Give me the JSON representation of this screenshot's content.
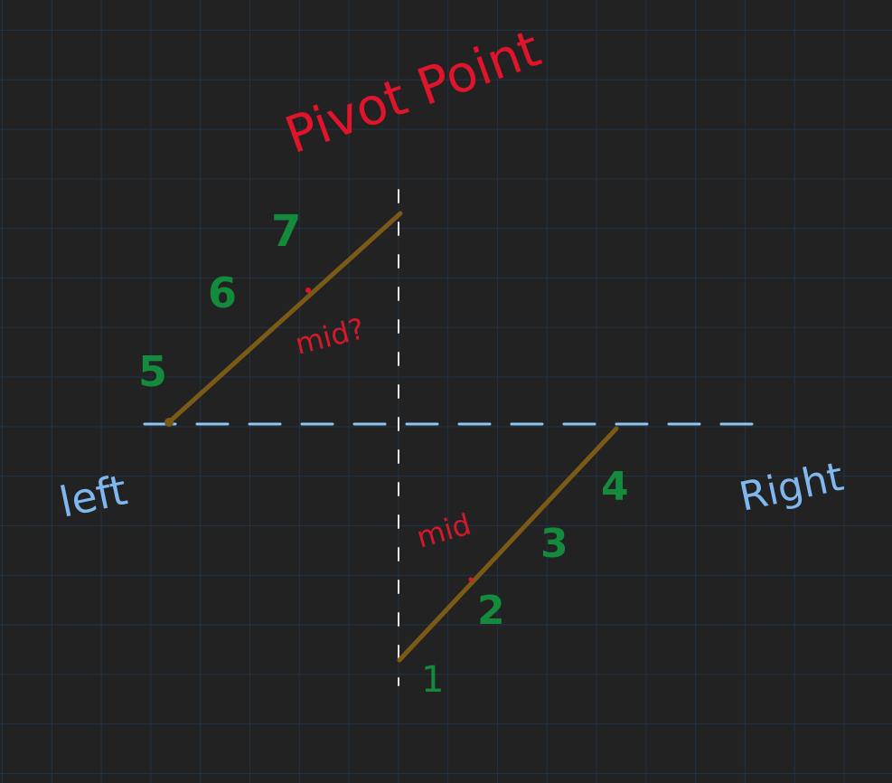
{
  "labels": {
    "title": "Pivot Point",
    "left": "left",
    "right": "Right",
    "mid_upper": "mid?",
    "mid_lower": "mid"
  },
  "numbers": {
    "n1": "1",
    "n2": "2",
    "n3": "3",
    "n4": "4",
    "n5": "5",
    "n6": "6",
    "n7": "7"
  },
  "colors": {
    "background": "#232222",
    "grid": "#1f3346",
    "title": "#e0142a",
    "axis_labels": "#7fb7ee",
    "dashed_horizontal": "#8ec5f2",
    "dashed_vertical": "#e8e8e8",
    "segment": "#7a5a16",
    "numbers": "#138a3c",
    "mid_labels": "#d21a2a"
  }
}
